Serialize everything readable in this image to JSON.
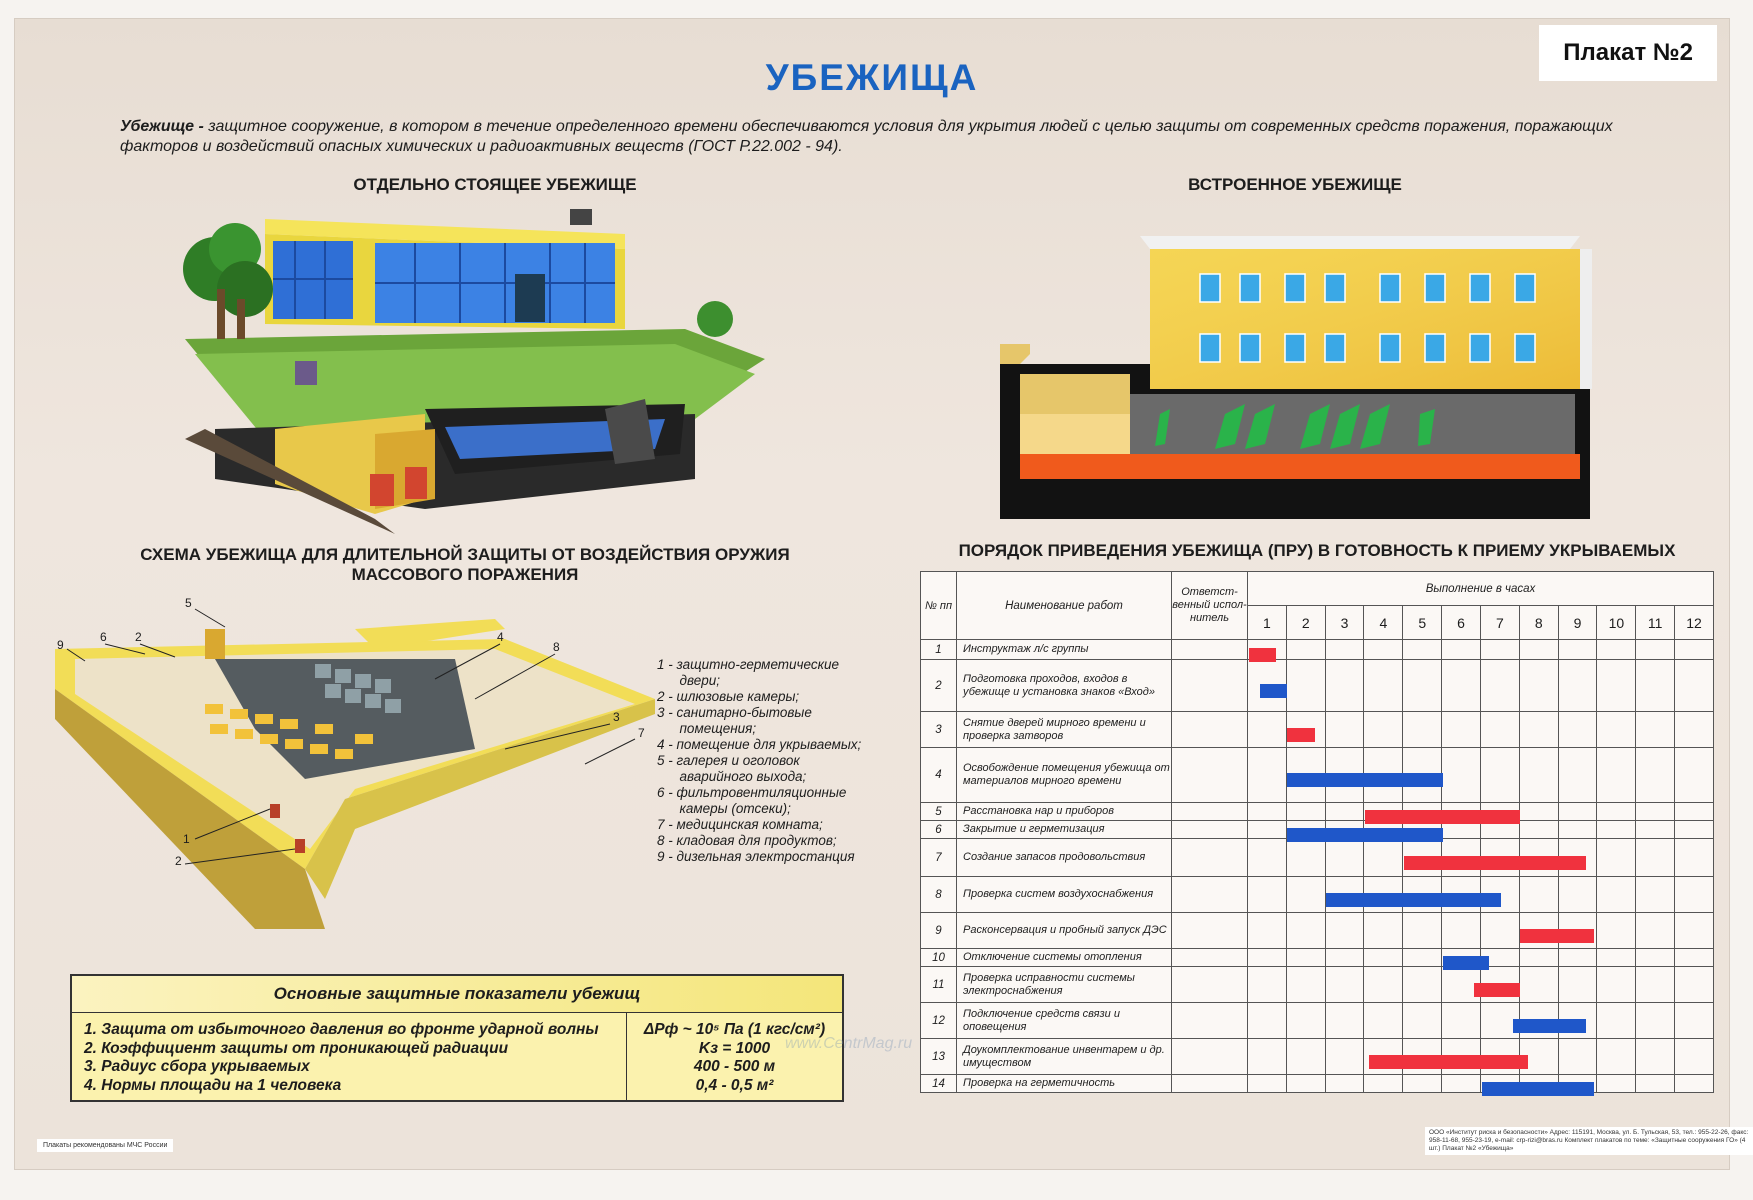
{
  "poster_label": "Плакат №2",
  "title": "УБЕЖИЩА",
  "definition": {
    "term": "Убежище -",
    "text": " защитное сооружение, в котором в течение определенного времени обеспечиваются условия для укрытия людей с целью защиты от современных средств поражения, поражающих факторов и воздействий  опасных химических и радиоактивных веществ (ГОСТ Р.22.002 - 94)."
  },
  "sections": {
    "standalone": "ОТДЕЛЬНО СТОЯЩЕЕ УБЕЖИЩЕ",
    "builtin": "ВСТРОЕННОЕ УБЕЖИЩЕ",
    "scheme_line1": "СХЕМА УБЕЖИЩА ДЛЯ ДЛИТЕЛЬНОЙ ЗАЩИТЫ ОТ ВОЗДЕЙСТВИЯ ОРУЖИЯ",
    "scheme_line2": "МАССОВОГО ПОРАЖЕНИЯ",
    "order": "ПОРЯДОК ПРИВЕДЕНИЯ УБЕЖИЩА (ПРУ) В ГОТОВНОСТЬ К ПРИЕМУ УКРЫВАЕМЫХ"
  },
  "scheme_numbers": [
    "1",
    "2",
    "2",
    "3",
    "4",
    "5",
    "6",
    "7",
    "8",
    "9"
  ],
  "scheme_legend": [
    "1 - защитно-герметические",
    "      двери;",
    "2 - шлюзовые камеры;",
    "3 - санитарно-бытовые",
    "      помещения;",
    "4 - помещение для укрываемых;",
    "5 - галерея и оголовок",
    "      аварийного выхода;",
    "6 - фильтровентиляционные",
    "      камеры (отсеки);",
    "7 - медицинская комната;",
    "8 - кладовая для продуктов;",
    "9 - дизельная электростанция"
  ],
  "indicators": {
    "title": "Основные защитные показатели убежищ",
    "items": [
      "1. Защита от избыточного давления во фронте ударной волны",
      "2. Коэффициент защиты от проникающей радиации",
      "3. Радиус сбора укрываемых",
      "4. Нормы площади на 1 человека"
    ],
    "values": [
      "ΔPф ~ 10⁵ Па (1 кгс/см²)",
      "Kз = 1000",
      "400 - 500 м",
      "0,4 - 0,5 м²"
    ]
  },
  "gantt": {
    "headers": {
      "num": "№ пп",
      "name": "Наименование работ",
      "resp": "Ответст-венный испол-нитель",
      "exec": "Выполнение в часах"
    },
    "hours": [
      "1",
      "2",
      "3",
      "4",
      "5",
      "6",
      "7",
      "8",
      "9",
      "10",
      "11",
      "12"
    ],
    "rows": [
      {
        "n": "1",
        "name": "Инструктаж л/с группы",
        "bar": {
          "start": 0.0,
          "end": 0.7,
          "color": "red"
        }
      },
      {
        "n": "2",
        "name": "Подготовка проходов, входов в убежище и установка знаков «Вход»",
        "bar": {
          "start": 0.3,
          "end": 1.0,
          "color": "blue"
        }
      },
      {
        "n": "3",
        "name": "Снятие дверей мирного времени и проверка затворов",
        "bar": {
          "start": 1.0,
          "end": 1.7,
          "color": "red"
        }
      },
      {
        "n": "4",
        "name": "Освобождение помещения убежища от материалов мирного времени",
        "bar": {
          "start": 1.0,
          "end": 5.0,
          "color": "blue"
        }
      },
      {
        "n": "5",
        "name": "Расстановка нар и приборов",
        "bar": {
          "start": 3.0,
          "end": 7.0,
          "color": "red"
        }
      },
      {
        "n": "6",
        "name": "Закрытие и герметизация",
        "bar": {
          "start": 1.0,
          "end": 5.0,
          "color": "blue"
        }
      },
      {
        "n": "7",
        "name": "Создание запасов продовольствия",
        "bar": {
          "start": 4.0,
          "end": 8.7,
          "color": "red"
        }
      },
      {
        "n": "8",
        "name": "Проверка систем воздухоснабжения",
        "bar": {
          "start": 2.0,
          "end": 6.5,
          "color": "blue"
        }
      },
      {
        "n": "9",
        "name": "Расконсервация и пробный запуск ДЭС",
        "bar": {
          "start": 7.0,
          "end": 8.9,
          "color": "red"
        }
      },
      {
        "n": "10",
        "name": "Отключение системы отопления",
        "bar": {
          "start": 5.0,
          "end": 6.2,
          "color": "blue"
        }
      },
      {
        "n": "11",
        "name": "Проверка исправности системы электроснабжения",
        "bar": {
          "start": 5.8,
          "end": 7.0,
          "color": "red"
        }
      },
      {
        "n": "12",
        "name": "Подключение средств связи и оповещения",
        "bar": {
          "start": 6.8,
          "end": 8.7,
          "color": "blue"
        }
      },
      {
        "n": "13",
        "name": "Доукомплектование инвентарем и др. имуществом",
        "bar": {
          "start": 3.1,
          "end": 7.2,
          "color": "red"
        }
      },
      {
        "n": "14",
        "name": "Проверка на герметичность",
        "bar": {
          "start": 6.0,
          "end": 8.9,
          "color": "blue"
        }
      }
    ]
  },
  "colors": {
    "red_bar": "#f0323e",
    "blue_bar": "#1f57c9",
    "title_blue": "#1a63c0"
  },
  "watermark": "www.CentrMag.ru",
  "footer_left": "Плакаты рекомендованы МЧС России",
  "footer_right": "ООО «Институт риска и безопасности» Адрес: 115191, Москва, ул. Б. Тульская, 53, тел.: 955-22-26, факс: 958-11-68, 955-23-19, e-mail: crp-rizi@bras.ru Комплект плакатов по теме: «Защитные сооружения ГО» (4 шт.) Плакат №2 «Убежища»"
}
